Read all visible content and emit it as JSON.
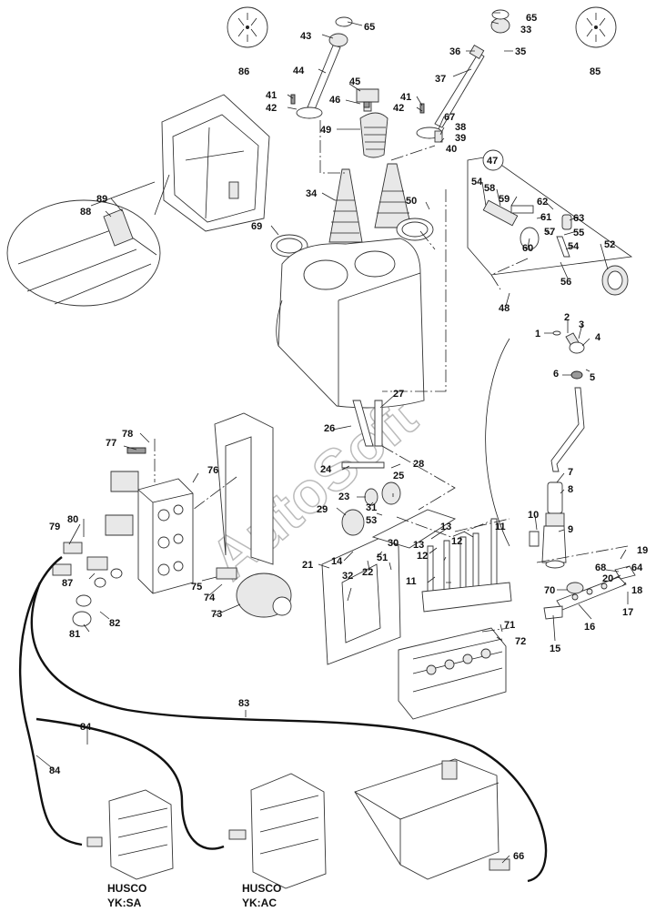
{
  "watermark": "AutoSoft",
  "labels": {
    "l1": "1",
    "l2": "2",
    "l3": "3",
    "l4": "4",
    "l5": "5",
    "l6": "6",
    "l7": "7",
    "l8": "8",
    "l9": "9",
    "l10": "10",
    "l11a": "11",
    "l11b": "11",
    "l12a": "12",
    "l12b": "12",
    "l13a": "13",
    "l13b": "13",
    "l14": "14",
    "l15": "15",
    "l16": "16",
    "l17": "17",
    "l18": "18",
    "l19": "19",
    "l20": "20",
    "l21": "21",
    "l22": "22",
    "l23": "23",
    "l24": "24",
    "l25": "25",
    "l26": "26",
    "l27": "27",
    "l28": "28",
    "l29": "29",
    "l30": "30",
    "l31": "31",
    "l32": "32",
    "l33": "33",
    "l34": "34",
    "l35": "35",
    "l36": "36",
    "l37": "37",
    "l38": "38",
    "l39": "39",
    "l40": "40",
    "l41a": "41",
    "l41b": "41",
    "l42a": "42",
    "l42b": "42",
    "l43": "43",
    "l44": "44",
    "l45": "45",
    "l46": "46",
    "l47": "47",
    "l48": "48",
    "l49": "49",
    "l50": "50",
    "l51": "51",
    "l52": "52",
    "l53": "53",
    "l54a": "54",
    "l54b": "54",
    "l55": "55",
    "l56": "56",
    "l57": "57",
    "l58": "58",
    "l59": "59",
    "l60": "60",
    "l61": "61",
    "l62": "62",
    "l63": "63",
    "l64": "64",
    "l65a": "65",
    "l65b": "65",
    "l66": "66",
    "l67": "67",
    "l68": "68",
    "l69": "69",
    "l70": "70",
    "l71": "71",
    "l72": "72",
    "l73": "73",
    "l74": "74",
    "l75": "75",
    "l76": "76",
    "l77": "77",
    "l78": "78",
    "l79": "79",
    "l80": "80",
    "l81": "81",
    "l82": "82",
    "l83": "83",
    "l84a": "84",
    "l84b": "84",
    "l85": "85",
    "l86": "86",
    "l87": "87",
    "l88": "88",
    "l89": "89"
  },
  "captions": {
    "husco_left_1": "HUSCO",
    "husco_left_2": "YK:SA",
    "husco_right_1": "HUSCO",
    "husco_right_2": "YK:AC"
  }
}
